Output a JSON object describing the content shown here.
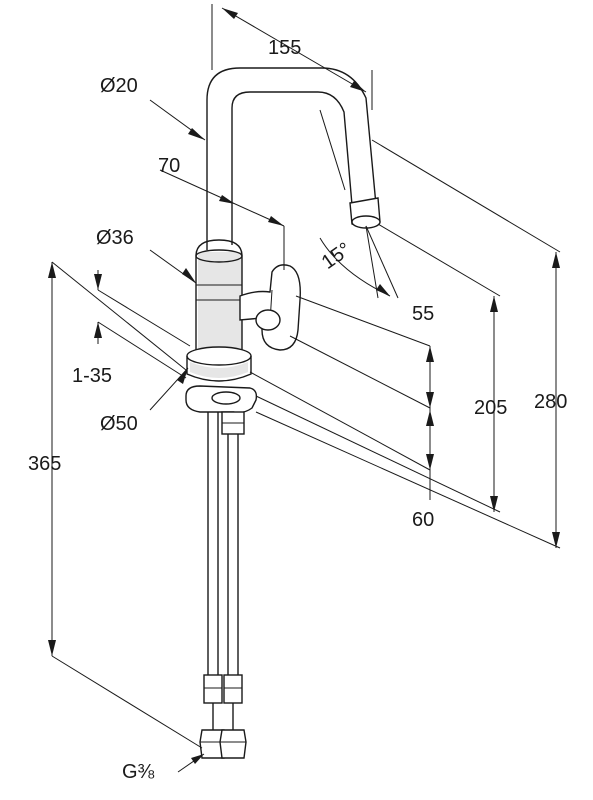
{
  "dimensions": {
    "spout_reach": "155",
    "spout_diameter": "Ø20",
    "handle_offset": "70",
    "body_diameter": "Ø36",
    "swivel_angle": "15°",
    "handle_height": "55",
    "mount_thickness": "1-35",
    "base_diameter": "Ø50",
    "outlet_height": "205",
    "total_height": "280",
    "hose_length": "365",
    "base_height": "60",
    "connection_thread": "G⅜"
  },
  "colors": {
    "line": "#1a1a1a",
    "background": "#ffffff",
    "shading": "#e6e6e6"
  }
}
